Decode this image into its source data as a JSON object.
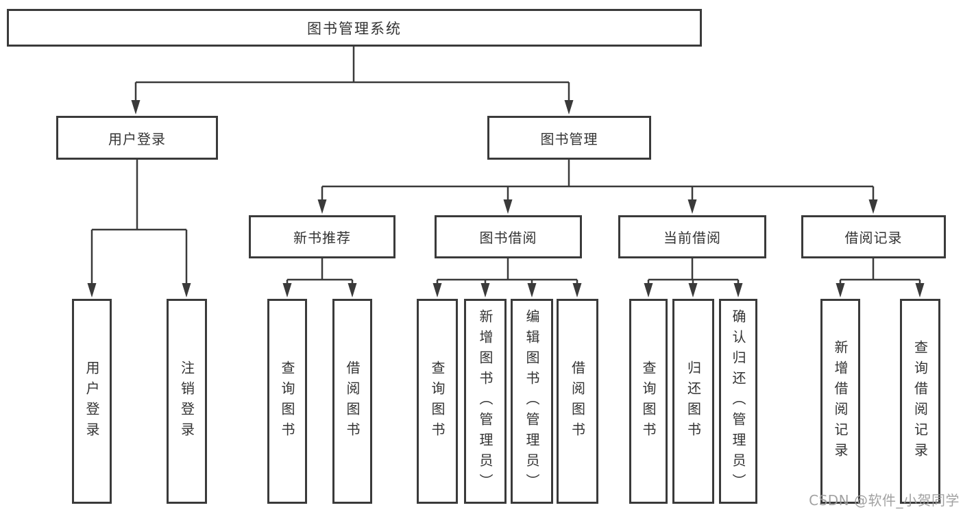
{
  "nodes": {
    "root": "图书管理系统",
    "level2": {
      "user_login": "用户登录",
      "book_management": "图书管理"
    },
    "level3": {
      "new_book_recommend": "新书推荐",
      "book_borrowing": "图书借阅",
      "current_borrowing": "当前借阅",
      "borrow_records": "借阅记录"
    },
    "leaves": {
      "user_login": "用户登录",
      "logout": "注销登录",
      "nb_query_books": "查询图书",
      "nb_borrow_books": "借阅图书",
      "bb_query_books": "查询图书",
      "bb_add_books_admin": "新增图书（管理员）",
      "bb_edit_books_admin": "编辑图书（管理员）",
      "bb_borrow_books": "借阅图书",
      "cb_query_books": "查询图书",
      "cb_return_books": "归还图书",
      "cb_confirm_return_admin": "确认归还（管理员）",
      "br_add_record": "新增借阅记录",
      "br_query_record": "查询借阅记录"
    }
  },
  "watermark": "CSDN @软件_小贺同学",
  "colors": {
    "line": "#3a3a3a",
    "text": "#333333",
    "watermark": "#9a9a9a",
    "background": "#ffffff"
  }
}
